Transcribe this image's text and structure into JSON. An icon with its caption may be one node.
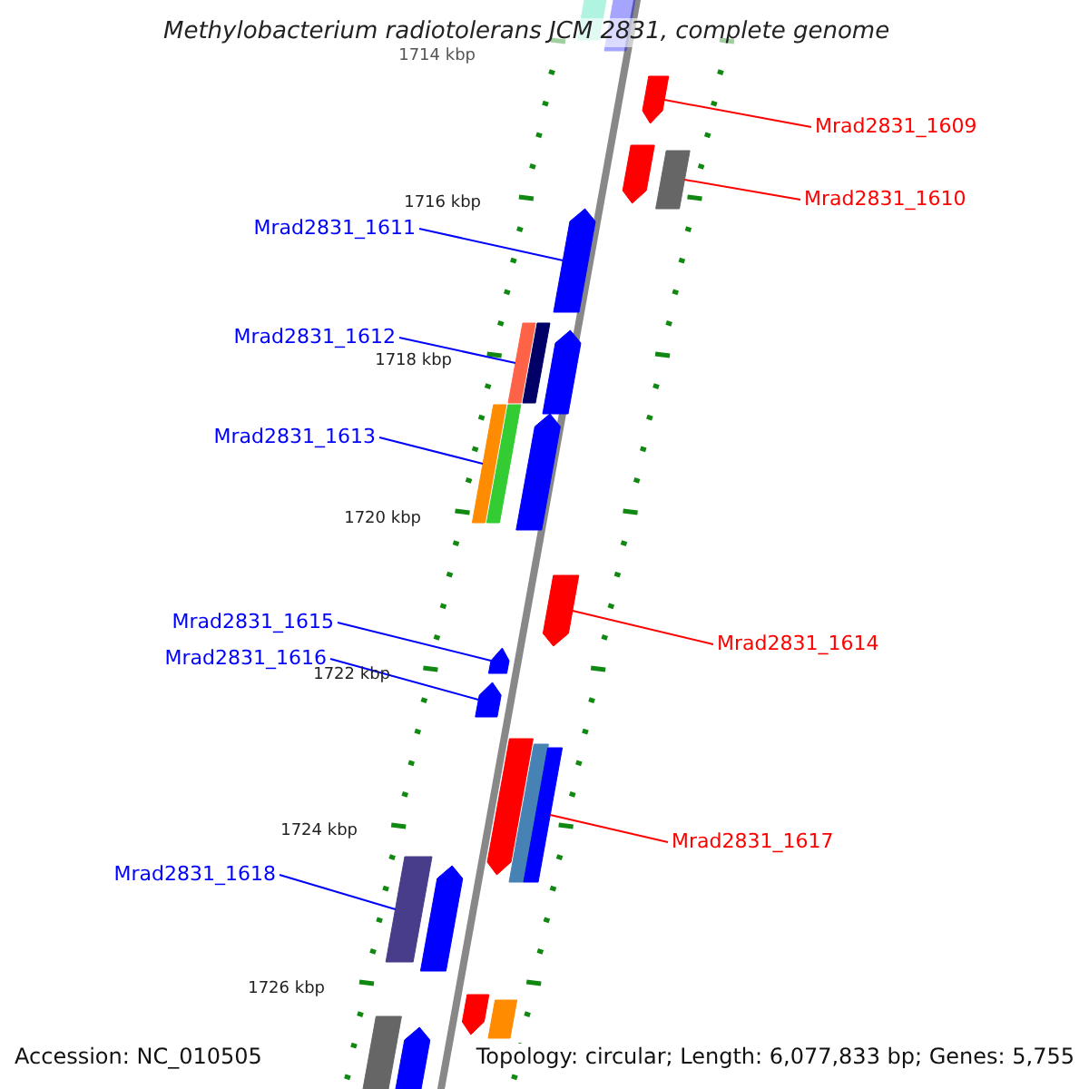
{
  "diagram": {
    "title": "Methylobacterium radiotolerans JCM 2831, complete genome",
    "nodes": [
      {
        "text": [
          "Mrad2831_1609"
        ]
      },
      {
        "text": [
          "Mrad2831_1610"
        ]
      },
      {
        "text": [
          "Mrad2831_1611"
        ]
      },
      {
        "text": [
          "Mrad2831_1612"
        ]
      },
      {
        "text": [
          "Mrad2831_1613"
        ]
      },
      {
        "text": [
          "Mrad2831_1615"
        ]
      },
      {
        "text": [
          "Mrad2831_1614"
        ]
      },
      {
        "text": [
          "Mrad2831_1616"
        ]
      },
      {
        "text": [
          "Mrad2831_1617"
        ]
      },
      {
        "text": [
          "Mrad2831_1618"
        ]
      },
      {
        "text": [],
        "shape": "bar"
      },
      {
        "text": [],
        "shape": "bar"
      },
      {
        "text": [],
        "shape": "bar"
      },
      {
        "text": [],
        "shape": "bar"
      },
      {
        "text": [],
        "shape": "bar"
      },
      {
        "text": [],
        "shape": "bar"
      },
      {
        "text": [],
        "shape": "bar"
      },
      {
        "text": [],
        "shape": "bar"
      },
      {
        "text": [],
        "shape": "bar"
      },
      {
        "text": [],
        "shape": "bar"
      },
      {
        "text": [],
        "shape": "bar"
      },
      {
        "text": [],
        "shape": "bar"
      },
      {
        "text": [],
        "shape": "bar"
      },
      {
        "text": [],
        "shape": "bar"
      },
      {
        "text": [],
        "shape": "bar"
      },
      {
        "text": [],
        "shape": "bar"
      },
      {
        "text": [],
        "shape": "bar"
      },
      {
        "text": [],
        "shape": "bar"
      },
      {
        "text": [],
        "shape": "bar"
      },
      {
        "text": [],
        "shape": "bar"
      },
      {
        "text": [],
        "shape": "bar"
      },
      {
        "text": [],
        "shape": "bar"
      },
      {
        "text": [],
        "shape": "bar"
      },
      {
        "text": [],
        "shape": "bar"
      }
    ],
    "edges": [
      {
        "from": 0,
        "to": 12,
        "arrow": "none",
        "color": "#ff0000"
      },
      {
        "from": 1,
        "to": 14,
        "arrow": "none",
        "color": "#ff0000"
      },
      {
        "from": 2,
        "to": 15,
        "arrow": "none"
      },
      {
        "from": 3,
        "to": 16,
        "arrow": "none"
      },
      {
        "from": 4,
        "to": 19,
        "arrow": "none"
      },
      {
        "from": 5,
        "to": 23,
        "arrow": "none"
      },
      {
        "from": 6,
        "to": 22,
        "arrow": "none",
        "color": "#ff0000"
      },
      {
        "from": 7,
        "to": 24,
        "arrow": "none"
      },
      {
        "from": 8,
        "to": 27,
        "arrow": "none",
        "color": "#ff0000"
      },
      {
        "from": 9,
        "to": 28,
        "arrow": "none"
      }
    ],
    "labels": [
      "1714 kbp",
      "1716 kbp",
      "1718 kbp",
      "1720 kbp",
      "1722 kbp",
      "1724 kbp",
      "1726 kbp",
      "Accession: NC_010505",
      "Topology: circular; Length: 6,077,833 bp; Genes: 5,755"
    ]
  }
}
